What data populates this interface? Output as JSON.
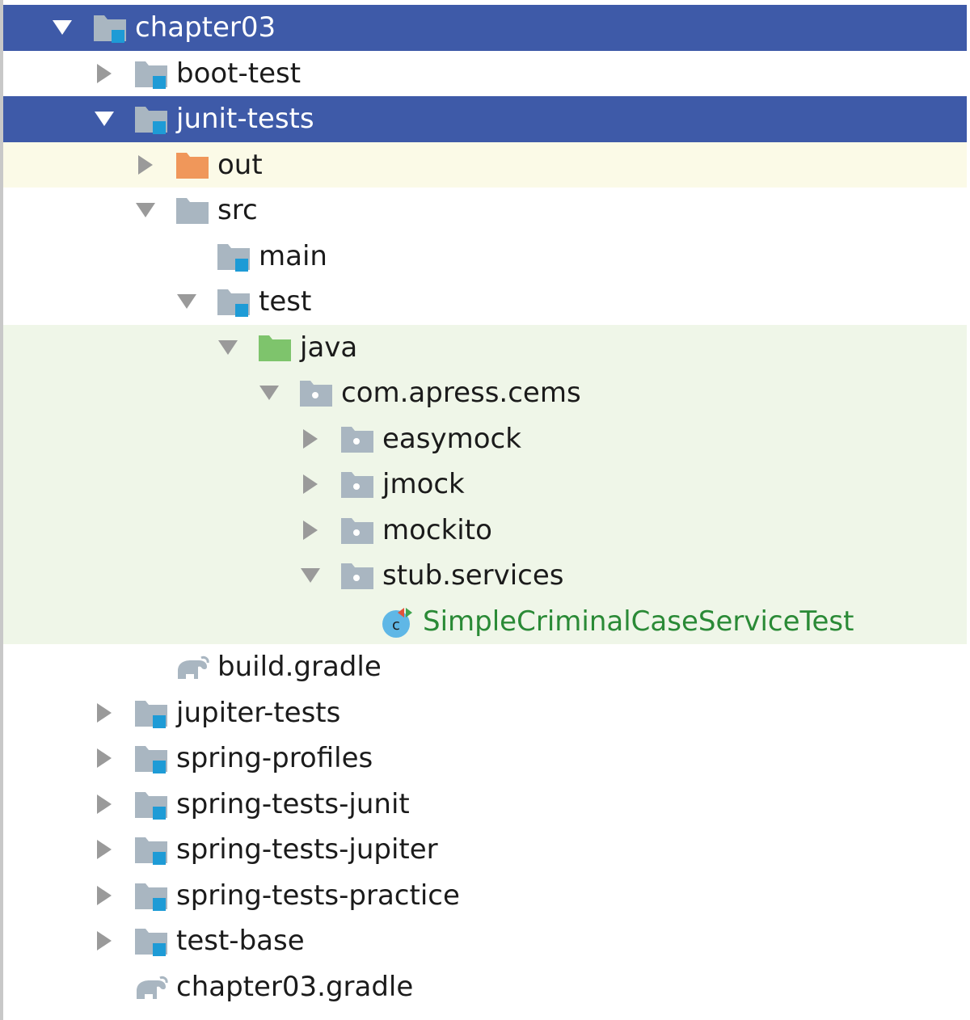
{
  "project_tree": {
    "items": [
      {
        "label": "chapter03",
        "expanded": true,
        "selected": true,
        "icon": "module-folder-icon",
        "bg": "selected"
      },
      {
        "label": "boot-test",
        "expanded": false,
        "icon": "module-folder-icon"
      },
      {
        "label": "junit-tests",
        "expanded": true,
        "selected": true,
        "icon": "module-folder-icon",
        "bg": "selected"
      },
      {
        "label": "out",
        "expanded": false,
        "icon": "excluded-folder-icon",
        "bg": "excluded"
      },
      {
        "label": "src",
        "expanded": true,
        "icon": "folder-icon"
      },
      {
        "label": "main",
        "icon": "module-folder-icon"
      },
      {
        "label": "test",
        "expanded": true,
        "icon": "module-folder-icon"
      },
      {
        "label": "java",
        "expanded": true,
        "icon": "test-root-folder-icon",
        "bg": "test"
      },
      {
        "label": "com.apress.cems",
        "expanded": true,
        "icon": "package-icon",
        "bg": "test"
      },
      {
        "label": "easymock",
        "expanded": false,
        "icon": "package-icon",
        "bg": "test"
      },
      {
        "label": "jmock",
        "expanded": false,
        "icon": "package-icon",
        "bg": "test"
      },
      {
        "label": "mockito",
        "expanded": false,
        "icon": "package-icon",
        "bg": "test"
      },
      {
        "label": "stub.services",
        "expanded": true,
        "icon": "package-icon",
        "bg": "test"
      },
      {
        "label": "SimpleCriminalCaseServiceTest",
        "icon": "test-class-icon",
        "bg": "test"
      },
      {
        "label": "build.gradle",
        "icon": "gradle-icon"
      },
      {
        "label": "jupiter-tests",
        "expanded": false,
        "icon": "module-folder-icon"
      },
      {
        "label": "spring-profiles",
        "expanded": false,
        "icon": "module-folder-icon"
      },
      {
        "label": "spring-tests-junit",
        "expanded": false,
        "icon": "module-folder-icon"
      },
      {
        "label": "spring-tests-jupiter",
        "expanded": false,
        "icon": "module-folder-icon"
      },
      {
        "label": "spring-tests-practice",
        "expanded": false,
        "icon": "module-folder-icon"
      },
      {
        "label": "test-base",
        "expanded": false,
        "icon": "module-folder-icon"
      },
      {
        "label": "chapter03.gradle",
        "icon": "gradle-icon"
      }
    ]
  },
  "colors": {
    "selection": "#3e5aa8",
    "excluded_bg": "#fbfae7",
    "test_bg": "#eff6e8",
    "folder_gray": "#a9b6c1",
    "module_badge": "#1e9bd6",
    "excluded_folder": "#f0975a",
    "test_folder": "#7ec46c",
    "class_name_green": "#2a8a36"
  }
}
